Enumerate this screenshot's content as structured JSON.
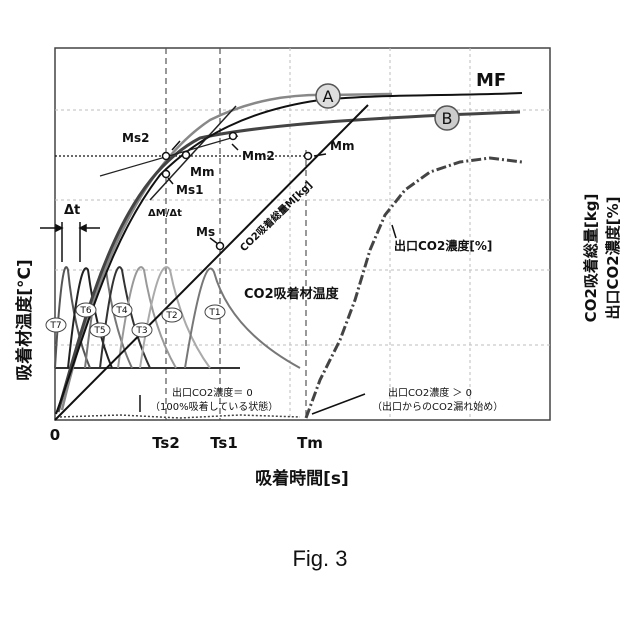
{
  "axes": {
    "x_label": "吸着時間[s]",
    "y_left_label": "吸着材温度[°C]",
    "y_right_label_1": "CO2吸着総量[kg]",
    "y_right_label_2": "出口CO2濃度[%]"
  },
  "ticks": {
    "origin": "0",
    "ts2": "Ts2",
    "ts1": "Ts1",
    "tm": "Tm"
  },
  "labels": {
    "mf": "MF",
    "ms2": "Ms2",
    "mm2": "Mm2",
    "mm_right": "Mm",
    "mm_left": "Mm",
    "ms1": "Ms1",
    "ms": "Ms",
    "delta_t": "Δt",
    "dm_dt": "ΔM/Δt",
    "total_m": "CO2吸着総量M[kg]",
    "outlet_conc": "出口CO2濃度[%]",
    "sorbent_temp": "CO2吸着材温度",
    "zero_line1": "出口CO2濃度＝ 0",
    "zero_line2": "（100%吸着している状態）",
    "leak_line1": "出口CO2濃度 ＞ 0",
    "leak_line2": "（出口からのCO2漏れ始め）"
  },
  "curves": {
    "a": "A",
    "b": "B"
  },
  "temp_peaks": [
    "T7",
    "T6",
    "T5",
    "T4",
    "T3",
    "T2",
    "T1"
  ],
  "caption": "Fig. 3"
}
